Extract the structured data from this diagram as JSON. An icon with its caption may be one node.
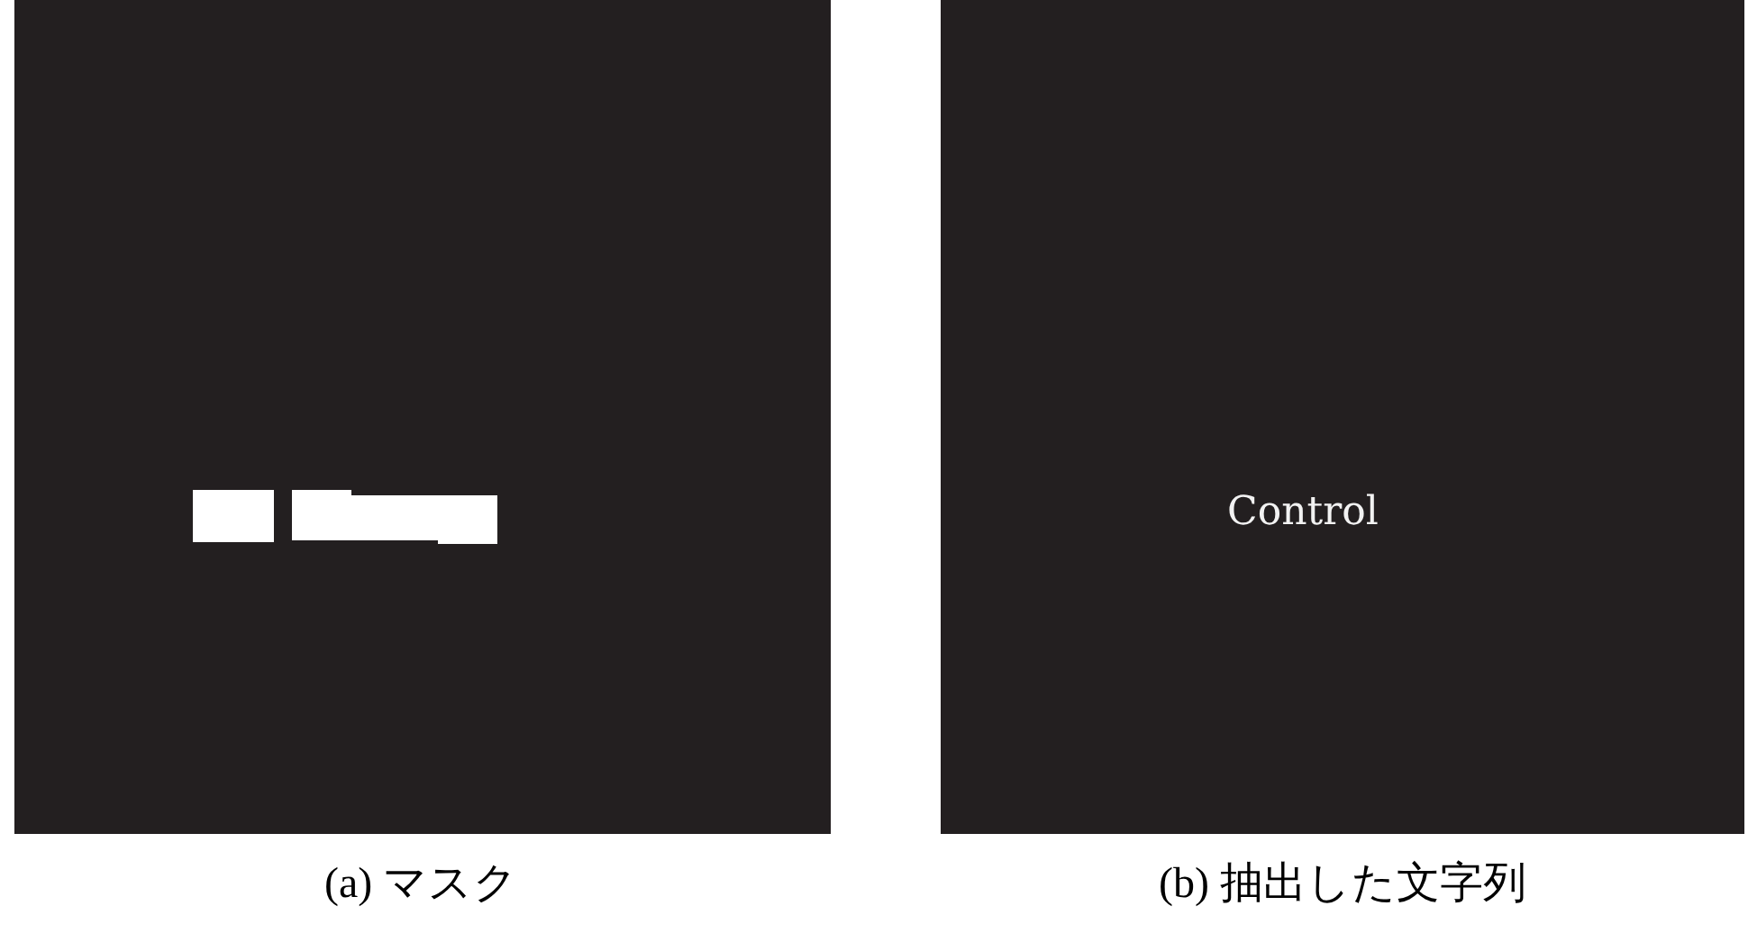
{
  "diagram": {
    "labels": [
      "Control",
      "(a) マスク",
      "(b) 抽出した文字列"
    ]
  }
}
